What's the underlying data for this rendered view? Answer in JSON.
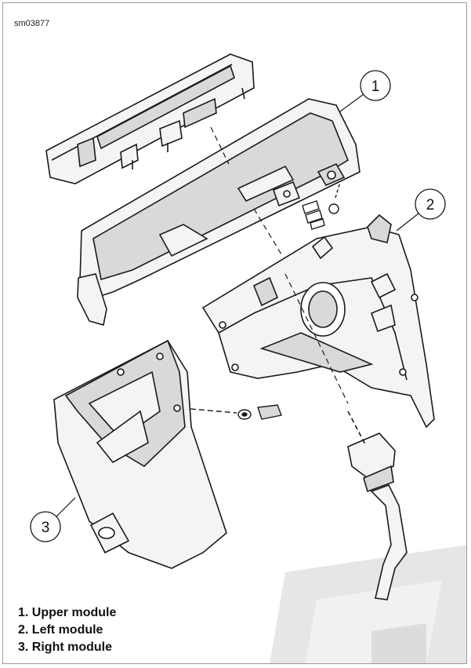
{
  "figure": {
    "reference_code": "sm03877",
    "callouts": [
      {
        "number": "1",
        "target": "upper-module"
      },
      {
        "number": "2",
        "target": "left-module"
      },
      {
        "number": "3",
        "target": "right-module"
      }
    ],
    "legend": [
      {
        "text": "1. Upper module"
      },
      {
        "text": "2. Left module"
      },
      {
        "text": "3. Right module"
      }
    ],
    "colors": {
      "outline": "#1a1a1a",
      "shading": "#d9d9d9",
      "panel": "#f4f4f4",
      "frame": "#9a9a9a",
      "watermark": "#e6e6e6"
    }
  }
}
